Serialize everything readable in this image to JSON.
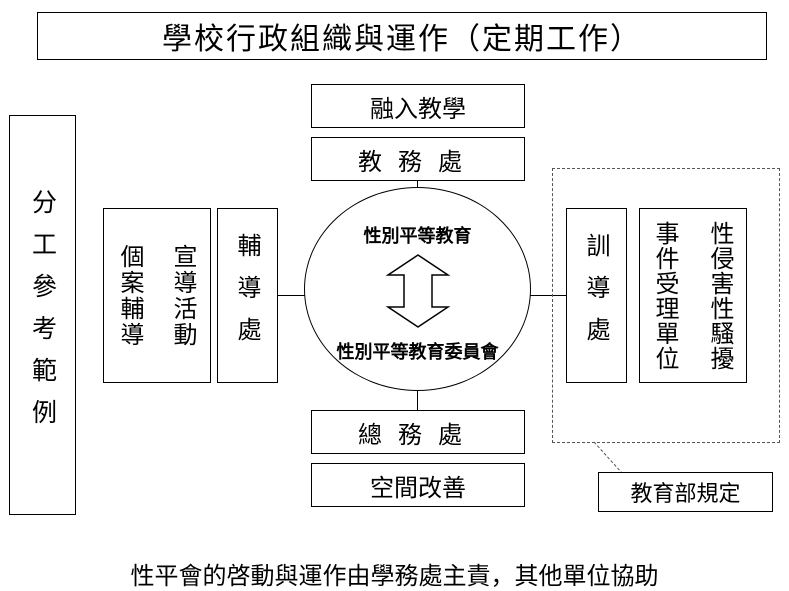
{
  "title": "學校行政組織與運作（定期工作）",
  "left_column": "分工參考範例",
  "top_boxes": {
    "ronru": "融入教學",
    "jiaowu": "教務處"
  },
  "bottom_boxes": {
    "zongwu": "總務處",
    "kongjian": "空間改善"
  },
  "left_boxes": {
    "geduan_right": "宣導活動",
    "geduan_left": "個案輔導",
    "fudao": "輔導處"
  },
  "right_boxes": {
    "xundao": "訓導處",
    "shijian_right": "性侵害性騷擾",
    "shijian_left": "事件受理單位"
  },
  "ellipse": {
    "top_text": "性別平等教育",
    "bottom_text": "性別平等教育委員會"
  },
  "note_box": "教育部規定",
  "caption": "性平會的啓動與運作由學務處主責，其他單位協助"
}
